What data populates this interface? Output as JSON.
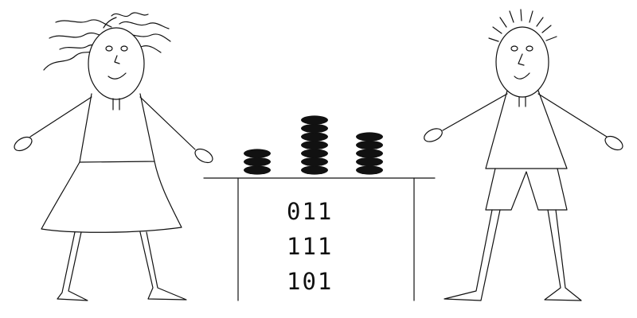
{
  "binary_rows": [
    "011",
    "111",
    "101"
  ],
  "coin_stacks": [
    {
      "name": "left",
      "count": 3
    },
    {
      "name": "middle",
      "count": 7
    },
    {
      "name": "right",
      "count": 5
    }
  ],
  "colors": {
    "line": "#111111",
    "coin": "#111111",
    "background": "#ffffff"
  }
}
